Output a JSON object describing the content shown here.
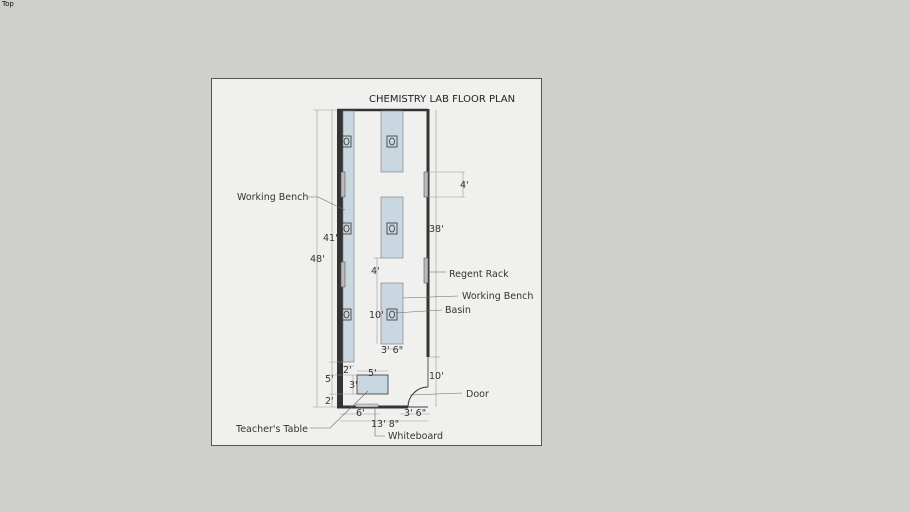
{
  "view": {
    "label": "Top"
  },
  "plan": {
    "title": "CHEMISTRY LAB FLOOR PLAN",
    "colors": {
      "bench": "#c9d7e0",
      "wall": "#333333",
      "sheet": "#f0f0ee",
      "background": "#cfcfcb"
    },
    "callouts": {
      "working_bench_left": "Working Bench",
      "regent_rack": "Regent Rack",
      "working_bench_right": "Working Bench",
      "basin": "Basin",
      "door": "Door",
      "teachers_table": "Teacher's Table",
      "whiteboard": "Whiteboard"
    },
    "dimensions": {
      "overall_length": "48'",
      "left_bench_length": "41'",
      "right_wall_length": "38'",
      "rack_offset": "4'",
      "island_gap": "4'",
      "island_length": "10'",
      "island_width": "3' 6\"",
      "bench_gap": "2'",
      "table_offset": "5'",
      "bottom_gap": "2'",
      "table_width": "5'",
      "table_depth": "3'",
      "whiteboard_offset": "6'",
      "door_wall": "10'",
      "door_width": "3' 6\"",
      "overall_width": "13' 8\""
    },
    "basin_glyph": "O"
  }
}
